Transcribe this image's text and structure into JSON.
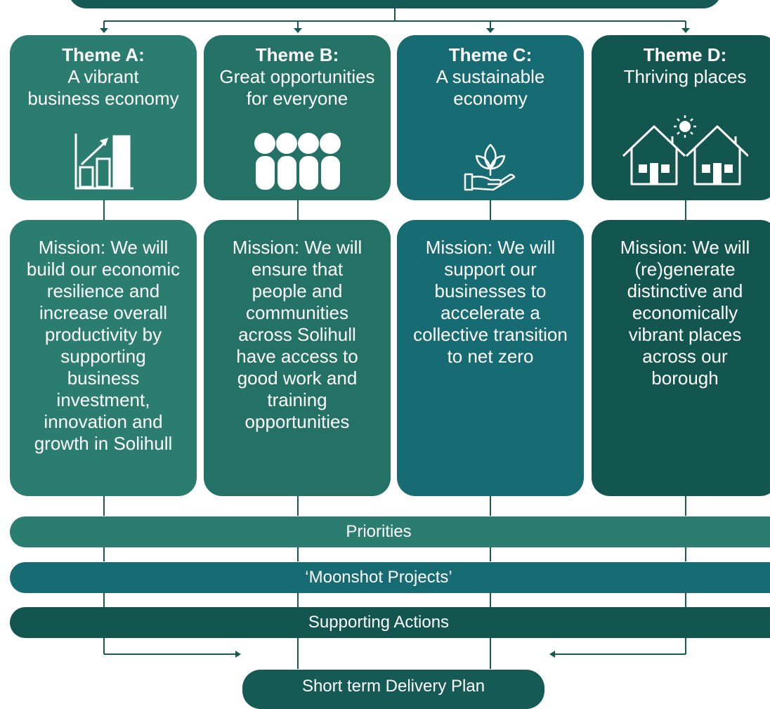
{
  "themes": [
    {
      "title": "Theme A:",
      "subtitle": "A vibrant\nbusiness economy",
      "icon": "growth-chart-icon",
      "color": "#2b7d70",
      "mission": "Mission: We will\nbuild our economic\nresilience and\nincrease overall\nproductivity by\nsupporting\nbusiness\ninvestment,\ninnovation and\ngrowth in Solihull"
    },
    {
      "title": "Theme B:",
      "subtitle": "Great opportunities\nfor everyone",
      "icon": "people-group-icon",
      "color": "#247166",
      "mission": "Mission: We will\nensure that\npeople and\ncommunities\nacross Solihull\nhave access to\ngood work and\ntraining\nopportunities"
    },
    {
      "title": "Theme C:",
      "subtitle": "A sustainable\neconomy",
      "icon": "hand-plant-icon",
      "color": "#176b73",
      "mission": "Mission: We will\nsupport our\nbusinesses to\naccelerate a\ncollective transition\nto net zero"
    },
    {
      "title": "Theme D:",
      "subtitle": "Thriving places",
      "icon": "houses-sun-icon",
      "color": "#135650",
      "mission": "Mission: We will\n(re)generate\ndistinctive and\neconomically\nvibrant places\nacross our\nborough"
    }
  ],
  "bands": {
    "priorities": "Priorities",
    "moonshot": "‘Moonshot Projects’",
    "supporting": "Supporting Actions"
  },
  "delivery_plan": "Short term Delivery Plan"
}
